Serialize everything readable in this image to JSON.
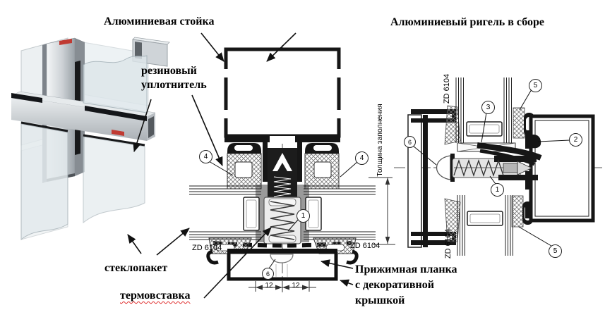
{
  "meta": {
    "description": "Technical diagram of aluminum curtain wall mullion and transom sections",
    "background": "#ffffff"
  },
  "colors": {
    "line": "#161616",
    "text": "#000000",
    "squiggle_underline": "#e03030",
    "metal_light": "#f2f4f6",
    "metal_dark": "#9aa1a7",
    "glass": "#dde6ea"
  },
  "labels": {
    "mullion_title": "Алюминиевая стойка",
    "transom_title": "Алюминиевый ригель в сборе",
    "rubber_line1": "резиновый",
    "rubber_line2": "уплотнитель",
    "glazing": "стеклопакет",
    "thermal_insert": "термовставка",
    "pressure_line1": "Прижимная планка",
    "pressure_line2": "с декоративной",
    "pressure_line3": "крышкой",
    "fill_thickness": "Толщина заполнения"
  },
  "codes": {
    "zd_mid_left": "ZD 6104",
    "zd_mid_right": "ZD 6104",
    "zd_right_top": "ZD 6104",
    "zd_right_bottom": "ZD 6104"
  },
  "dimensions": {
    "left_12": "12",
    "right_12": "12"
  },
  "callouts": {
    "rubber_gasket_left": "4",
    "rubber_gasket_right": "4",
    "mullion_screw_channel": "1",
    "mullion_cap_screw": "6",
    "transom_setting_block": "3",
    "transom_gasket_top": "5",
    "transom_seal_lip": "2",
    "transom_cap_screw": "6",
    "transom_screw": "1",
    "transom_gasket_bottom": "5"
  }
}
